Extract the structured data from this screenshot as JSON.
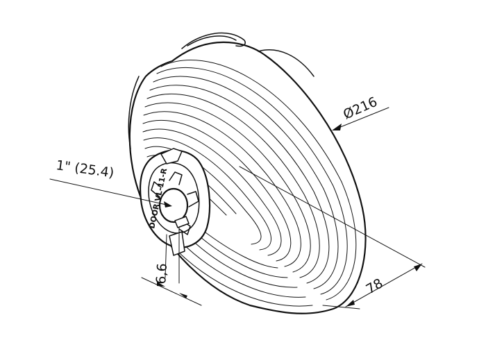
{
  "dimensions": {
    "diameter": "Ø216",
    "bore": "1\" (25.4)",
    "depth": "78",
    "set_screw": "6,6"
  },
  "hub": {
    "marking": "DOOR VL-11-R"
  },
  "colors": {
    "line": "#111111",
    "background": "#ffffff"
  }
}
